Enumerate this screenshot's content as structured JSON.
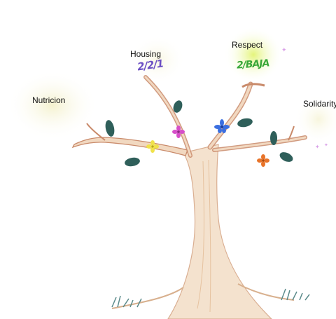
{
  "labels": {
    "nutricion": "Nutricion",
    "housing": "Housing",
    "respect": "Respect",
    "solidarity": "Solidarity"
  },
  "scribbles": {
    "housing": "2/2/1",
    "respect": "2/BAJA"
  },
  "colors": {
    "trunk": "#e9c9a8",
    "trunk_outline": "#c98a6a",
    "leaf": "#2f5f5a",
    "hand_glow": "#f2f2c0",
    "respect_glow": "#e6f58a",
    "flower_blue": "#3b6fe0",
    "flower_pink": "#d64fc9",
    "flower_yellow": "#f0e24a",
    "flower_orange": "#e8742a",
    "grass": "#5a8a8a"
  }
}
